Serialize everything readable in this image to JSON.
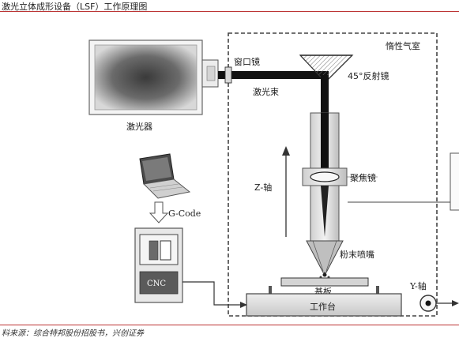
{
  "title": "激光立体成形设备（LSF）工作原理图",
  "footer": "料来源：综合特邦股份招股书，兴创证券",
  "labels": {
    "inert_chamber": "惰性气室",
    "window_mirror": "窗口镜",
    "mirror_45": "45°反射镜",
    "laser_beam": "激光束",
    "laser": "激光器",
    "focus_lens": "聚焦镜",
    "z_axis": "Z-轴",
    "gcode": "G-Code",
    "nozzle": "粉末喷嘴",
    "substrate": "基板",
    "cnc": "CNC",
    "worktable": "工作台",
    "y_axis": "Y-轴"
  },
  "colors": {
    "rule": "#b33333",
    "beam": "#111111",
    "chamber_border": "#444444"
  }
}
